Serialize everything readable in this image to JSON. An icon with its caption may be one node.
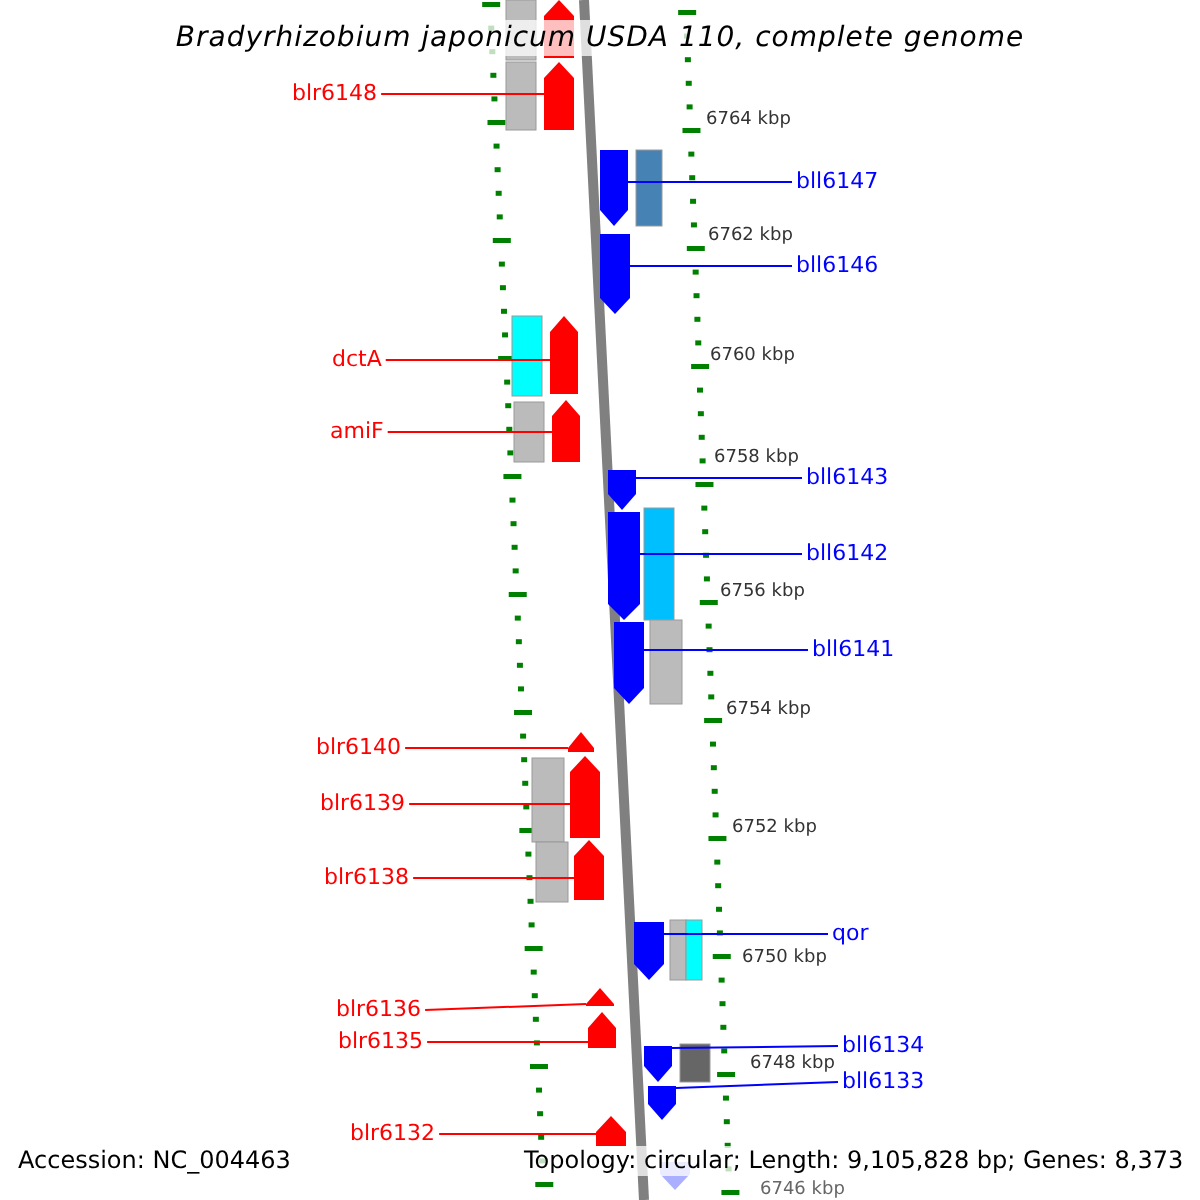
{
  "diagram": {
    "title": "Bradyrhizobium japonicum USDA 110, complete genome",
    "nodes": [
      {
        "text": [
          "blr6148"
        ]
      },
      {
        "text": [],
        "shape": "pentagon"
      },
      {
        "text": [
          "bll6147"
        ]
      },
      {
        "text": [],
        "shape": "pentagon"
      },
      {
        "text": [
          "bll6146"
        ]
      },
      {
        "text": [],
        "shape": "pentagon"
      },
      {
        "text": [
          "dctA"
        ]
      },
      {
        "text": [],
        "shape": "pentagon"
      },
      {
        "text": [
          "amiF"
        ]
      },
      {
        "text": [],
        "shape": "pentagon"
      },
      {
        "text": [
          "bll6143"
        ]
      },
      {
        "text": [],
        "shape": "pentagon"
      },
      {
        "text": [
          "bll6142"
        ]
      },
      {
        "text": [],
        "shape": "pentagon"
      },
      {
        "text": [
          "bll6141"
        ]
      },
      {
        "text": [],
        "shape": "pentagon"
      },
      {
        "text": [
          "blr6140"
        ]
      },
      {
        "text": [],
        "shape": "pentagon"
      },
      {
        "text": [
          "blr6139"
        ]
      },
      {
        "text": [],
        "shape": "pentagon"
      },
      {
        "text": [
          "blr6138"
        ]
      },
      {
        "text": [],
        "shape": "pentagon"
      },
      {
        "text": [
          "qor"
        ]
      },
      {
        "text": [],
        "shape": "pentagon"
      },
      {
        "text": [
          "blr6136"
        ]
      },
      {
        "text": [],
        "shape": "pentagon"
      },
      {
        "text": [
          "blr6135"
        ]
      },
      {
        "text": [],
        "shape": "pentagon"
      },
      {
        "text": [
          "bll6134"
        ]
      },
      {
        "text": [],
        "shape": "pentagon"
      },
      {
        "text": [
          "bll6133"
        ]
      },
      {
        "text": [],
        "shape": "pentagon"
      },
      {
        "text": [
          "blr6132"
        ]
      },
      {
        "text": [],
        "shape": "pentagon"
      }
    ],
    "edges": [
      {
        "from": 0,
        "to": 1,
        "arrow": "none"
      },
      {
        "from": 2,
        "to": 3,
        "arrow": "none",
        "color": "#0000ff"
      },
      {
        "from": 4,
        "to": 5,
        "arrow": "none",
        "color": "#0000ff"
      },
      {
        "from": 6,
        "to": 7,
        "arrow": "none"
      },
      {
        "from": 8,
        "to": 9,
        "arrow": "none"
      },
      {
        "from": 10,
        "to": 11,
        "arrow": "none",
        "color": "#0000ff"
      },
      {
        "from": 12,
        "to": 13,
        "arrow": "none",
        "color": "#0000ff"
      },
      {
        "from": 14,
        "to": 15,
        "arrow": "none",
        "color": "#0000ff"
      },
      {
        "from": 16,
        "to": 17,
        "arrow": "none"
      },
      {
        "from": 18,
        "to": 19,
        "arrow": "none"
      },
      {
        "from": 20,
        "to": 21,
        "arrow": "none"
      },
      {
        "from": 22,
        "to": 23,
        "arrow": "none",
        "color": "#0000ff"
      },
      {
        "from": 24,
        "to": 25,
        "arrow": "none"
      },
      {
        "from": 26,
        "to": 27,
        "arrow": "none"
      },
      {
        "from": 28,
        "to": 29,
        "arrow": "none",
        "color": "#0000ff"
      },
      {
        "from": 30,
        "to": 31,
        "arrow": "none",
        "color": "#0000ff"
      },
      {
        "from": 32,
        "to": 33,
        "arrow": "none"
      }
    ],
    "labels": [
      "6764 kbp",
      "6762 kbp",
      "6760 kbp",
      "6758 kbp",
      "6756 kbp",
      "6754 kbp",
      "6752 kbp",
      "6750 kbp",
      "6748 kbp",
      "6746 kbp",
      "Accession: NC_004463",
      "Topology: circular; Length: 9,105,828 bp; Genes: 8,373"
    ]
  }
}
